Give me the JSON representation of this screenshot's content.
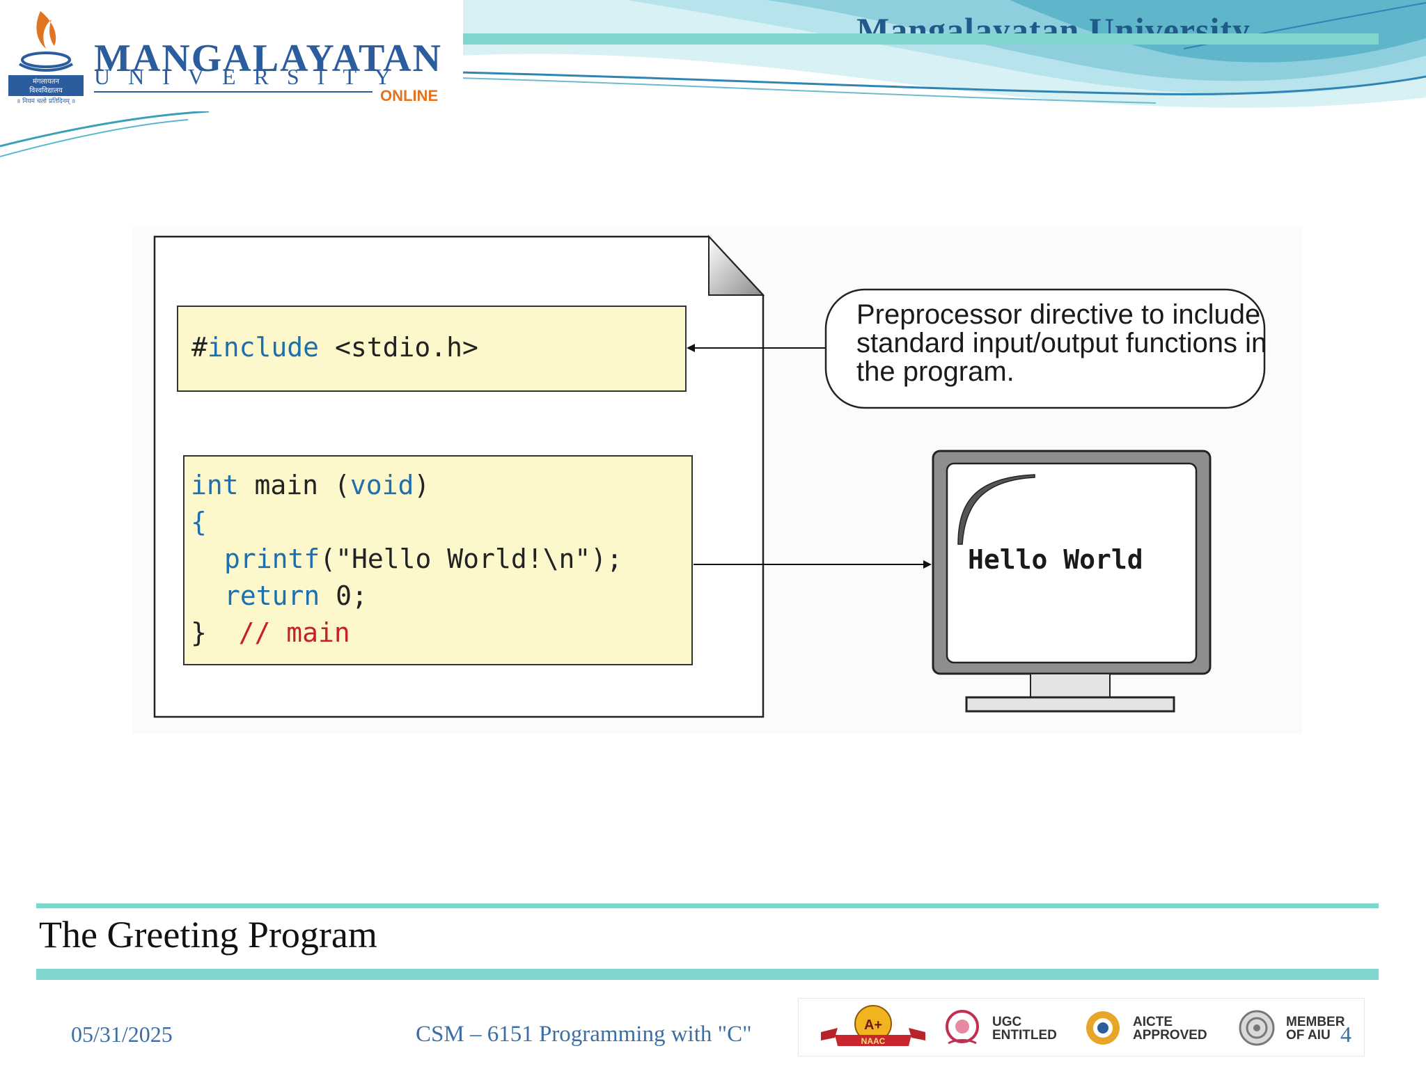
{
  "header": {
    "title": "Mangalayatan University",
    "logo": {
      "name": "MANGALAYATAN",
      "subtitle": "UNIVERSITY",
      "tag": "ONLINE",
      "emblem_text": [
        "मंगलायतन",
        "विश्वविद्यालय"
      ],
      "motto": "॥ नियमं चलो प्रतिदिनम् ॥"
    }
  },
  "diagram": {
    "include_line": {
      "hash": "#",
      "keyword": "include",
      "header": "<stdio.h>"
    },
    "main_code": {
      "line1_kw": "int",
      "line1_name": " main ",
      "line1_paren_open": "(",
      "line1_void": "void",
      "line1_paren_close": ")",
      "line2": "{",
      "line3_fn": "printf",
      "line3_args": "(\"Hello World!\\n\");",
      "line4_kw": "return",
      "line4_val": " 0;",
      "line5_brace": "}",
      "line5_comment": "// main"
    },
    "callout": "Preprocessor directive to include standard input/output functions in the program.",
    "screen_output": "Hello World"
  },
  "slide": {
    "title": "The Greeting Program"
  },
  "footer": {
    "date": "05/31/2025",
    "course": "CSM – 6151  Programming with \"C\"",
    "page": "4",
    "badges": [
      {
        "name": "naac",
        "label": "A+",
        "sub": "NAAC"
      },
      {
        "name": "ugc",
        "label": "UGC\nENTITLED"
      },
      {
        "name": "aicte",
        "label": "AICTE\nAPPROVED"
      },
      {
        "name": "aiu",
        "label": "MEMBER\nOF AIU"
      }
    ]
  },
  "colors": {
    "accent_teal": "#7fd6cc",
    "brand_blue": "#2b5d9e",
    "code_box_fill": "#fcf8cc",
    "keyword_blue": "#1d6fb0",
    "comment_red": "#c8202a",
    "footer_text": "#3a6ea5"
  }
}
